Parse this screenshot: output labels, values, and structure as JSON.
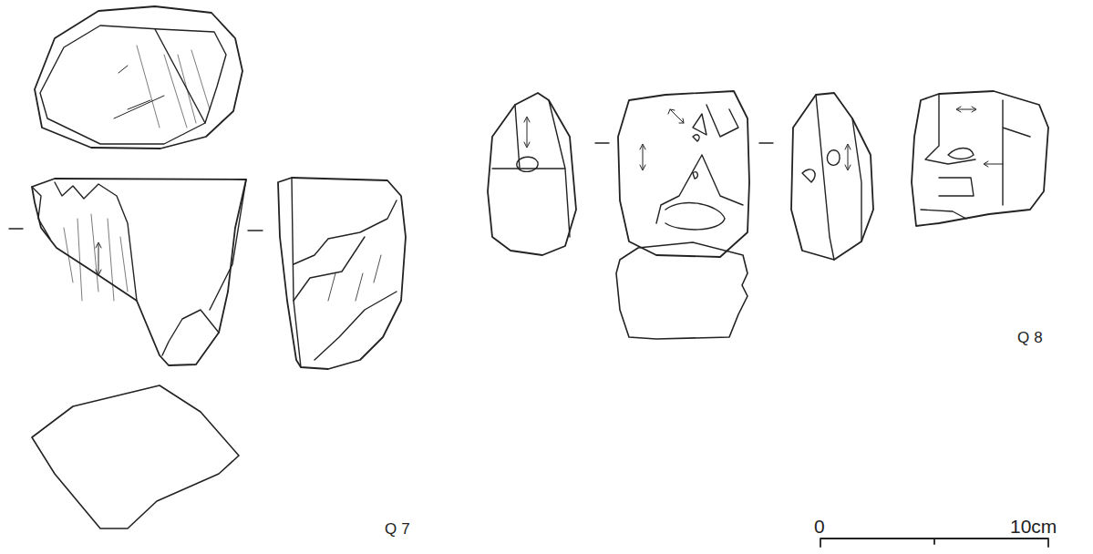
{
  "diagram": {
    "labels": [
      "Q7",
      "Q8",
      "0",
      "10cm"
    ]
  }
}
